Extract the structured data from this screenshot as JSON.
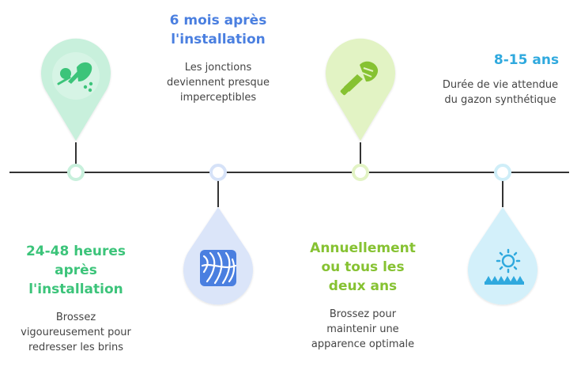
{
  "colors": {
    "green": "#3cc47a",
    "blue": "#4a7fe0",
    "lime": "#86c232",
    "cyan": "#2fa9de",
    "line": "#333333"
  },
  "milestones": [
    {
      "title": "24-48 heures après l'installation",
      "title_lines": [
        "24-48 heures",
        "après",
        "l'installation"
      ],
      "desc_lines": [
        "Brossez",
        "vigoureusement pour",
        "redresser les brins"
      ],
      "icon": "sweeping-broom-icon",
      "color": "#3cc47a"
    },
    {
      "title": "6 mois après l'installation",
      "title_lines": [
        "6 mois après",
        "l'installation"
      ],
      "desc_lines": [
        "Les jonctions",
        "deviennent presque",
        "imperceptibles"
      ],
      "icon": "turf-texture-icon",
      "color": "#4a7fe0"
    },
    {
      "title": "Annuellement ou tous les deux ans",
      "title_lines": [
        "Annuellement",
        "ou tous les",
        "deux ans"
      ],
      "desc_lines": [
        "Brossez pour",
        "maintenir une",
        "apparence optimale"
      ],
      "icon": "brush-icon",
      "color": "#86c232"
    },
    {
      "title": "8-15 ans",
      "title_lines": [
        "8-15 ans"
      ],
      "desc_lines": [
        "Durée de vie attendue",
        "du gazon synthétique"
      ],
      "icon": "sun-grass-icon",
      "color": "#2fa9de"
    }
  ]
}
